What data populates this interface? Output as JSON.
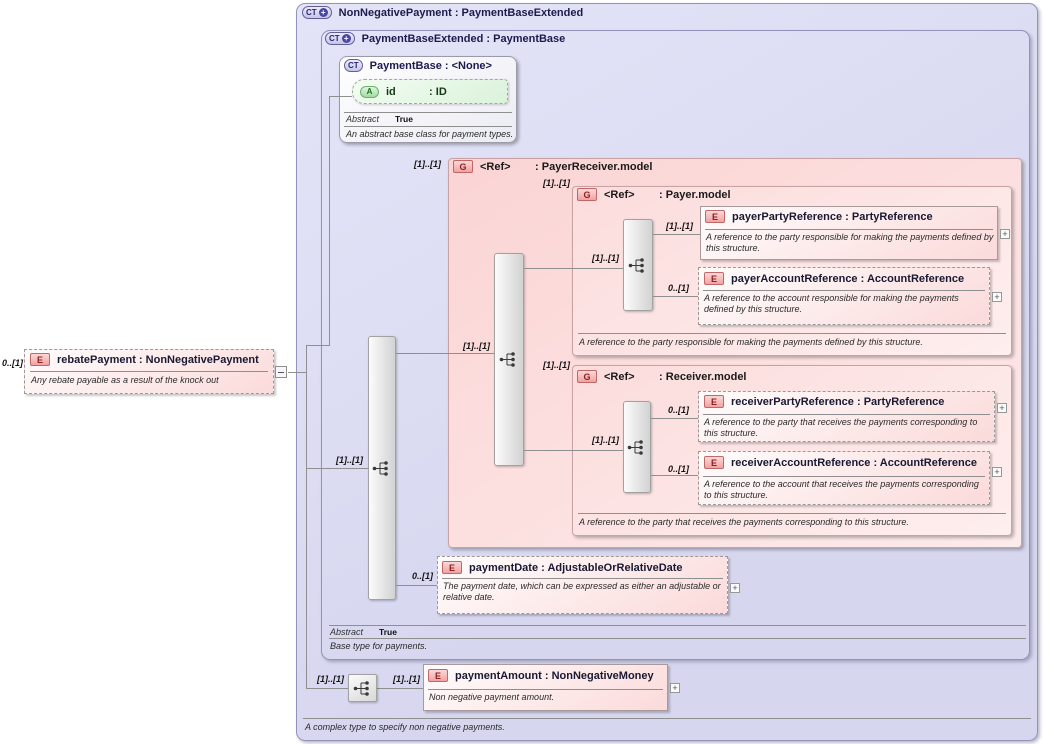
{
  "icons": {
    "complex_type": "CT",
    "extension_marker": "+",
    "group": "G",
    "element": "E",
    "attribute": "A",
    "expand": "+"
  },
  "nodes": {
    "root": {
      "name": "NonNegativePayment",
      "type": "PaymentBaseExtended",
      "doc": "A complex type to specify non negative payments."
    },
    "payment_base_extended": {
      "name": "PaymentBaseExtended",
      "type": "PaymentBase",
      "abstract_label": "Abstract",
      "abstract_value": "True",
      "doc": "Base type for payments."
    },
    "payment_base": {
      "name": "PaymentBase",
      "type": "<None>",
      "abstract_label": "Abstract",
      "abstract_value": "True",
      "doc": "An abstract base class for payment types."
    },
    "id_attribute": {
      "name": "id",
      "type": "ID"
    },
    "rebate_payment": {
      "name": "rebatePayment",
      "type": "NonNegativePayment",
      "doc": "Any rebate payable as a result of the knock out"
    },
    "payer_receiver_group": {
      "name": "<Ref>",
      "type": "PayerReceiver.model"
    },
    "payer_group": {
      "name": "<Ref>",
      "type": "Payer.model",
      "doc": "A reference to the party responsible for making the payments defined by this structure."
    },
    "payer_party_reference": {
      "name": "payerPartyReference",
      "type": "PartyReference",
      "doc": "A reference to the party responsible for making the payments defined by this structure."
    },
    "payer_account_reference": {
      "name": "payerAccountReference",
      "type": "AccountReference",
      "doc": "A reference to the account responsible for making the payments defined by this structure."
    },
    "receiver_group": {
      "name": "<Ref>",
      "type": "Receiver.model",
      "doc": "A reference to the party that receives the payments corresponding to this structure."
    },
    "receiver_party_reference": {
      "name": "receiverPartyReference",
      "type": "PartyReference",
      "doc": "A reference to the party that receives the payments corresponding to this structure."
    },
    "receiver_account_reference": {
      "name": "receiverAccountReference",
      "type": "AccountReference",
      "doc": "A reference to the account that receives the payments corresponding to this structure."
    },
    "payment_date": {
      "name": "paymentDate",
      "type": "AdjustableOrRelativeDate",
      "doc": "The payment date, which can be expressed as either an adjustable or relative date."
    },
    "payment_amount": {
      "name": "paymentAmount",
      "type": "NonNegativeMoney",
      "doc": "Non negative payment amount."
    }
  },
  "cardinalities": {
    "rebate": "0..[1]",
    "base_content_seq": "[1]..[1]",
    "payer_receiver_group": "[1]..[1]",
    "payer_receiver_seq": "[1]..[1]",
    "payer_group": "[1]..[1]",
    "payer_seq": "[1]..[1]",
    "payer_party": "[1]..[1]",
    "payer_account": "0..[1]",
    "receiver_group": "[1]..[1]",
    "receiver_seq": "[1]..[1]",
    "receiver_party": "0..[1]",
    "receiver_account": "0..[1]",
    "payment_date": "0..[1]",
    "extension_seq": "[1]..[1]",
    "payment_amount": "[1]..[1]"
  }
}
